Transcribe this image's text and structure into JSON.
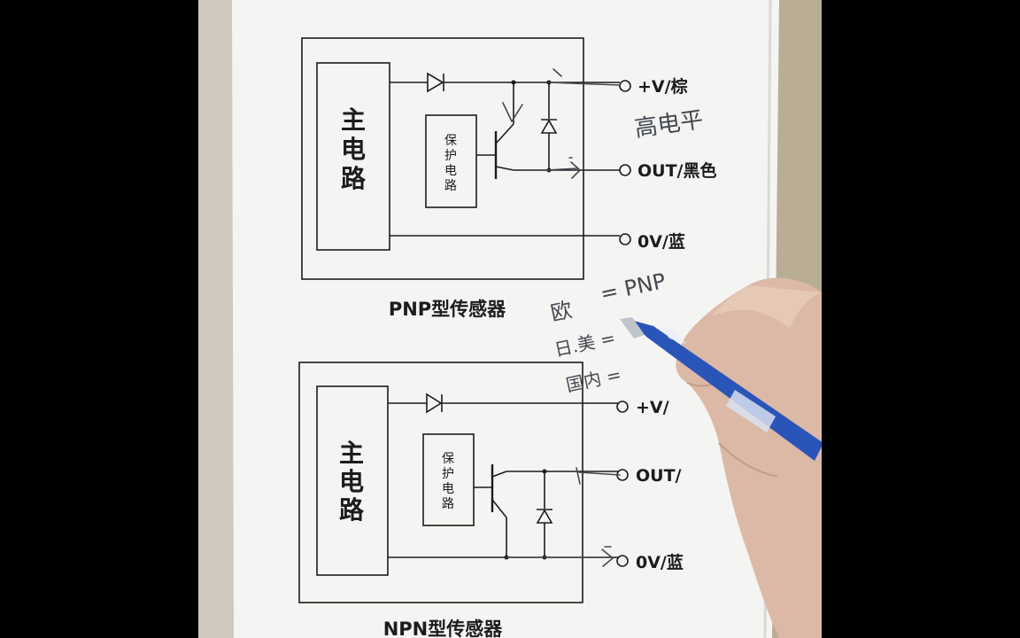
{
  "diagram_pnp": {
    "main_circuit": [
      "主",
      "电",
      "路"
    ],
    "protection_circuit": [
      "保",
      "护",
      "电",
      "路"
    ],
    "terminal_v": "+V/棕",
    "terminal_out": "OUT/黑色",
    "terminal_0v": "0V/蓝",
    "title": "PNP型传感器"
  },
  "diagram_npn": {
    "main_circuit": [
      "主",
      "电",
      "路"
    ],
    "protection_circuit": [
      "保",
      "护",
      "电",
      "路"
    ],
    "terminal_v": "+V/",
    "terminal_out": "OUT/",
    "terminal_0v": "0V/蓝",
    "title": "NPN型传感器"
  },
  "handwriting": {
    "note_high": "高电平",
    "eu": "欧",
    "eq_pnp": "= PNP",
    "jp_us": "日.美 =",
    "domestic": "国内 ="
  },
  "colors": {
    "paper": "#f4f4f2",
    "ink": "#1c1c1c",
    "pen_ink": "#44484f",
    "pen_body": "#2a55b8",
    "skin": "#dcb9a6",
    "table": "#cfc9bd"
  }
}
